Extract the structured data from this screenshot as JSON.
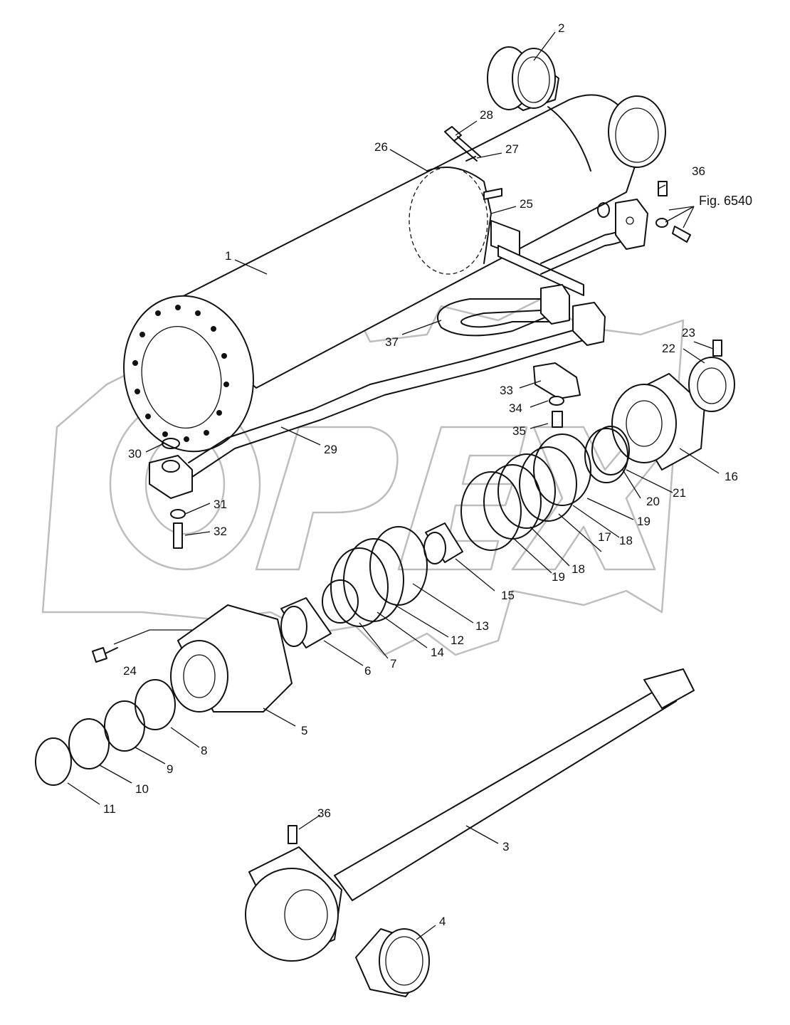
{
  "figure_ref": "Fig. 6540",
  "watermark": "OPEX",
  "callouts": [
    "1",
    "2",
    "3",
    "4",
    "5",
    "6",
    "7",
    "8",
    "9",
    "10",
    "11",
    "12",
    "13",
    "14",
    "15",
    "16",
    "17",
    "18",
    "18",
    "19",
    "19",
    "20",
    "21",
    "22",
    "23",
    "24",
    "25",
    "26",
    "27",
    "28",
    "29",
    "30",
    "31",
    "32",
    "33",
    "34",
    "35",
    "36",
    "36",
    "37"
  ]
}
